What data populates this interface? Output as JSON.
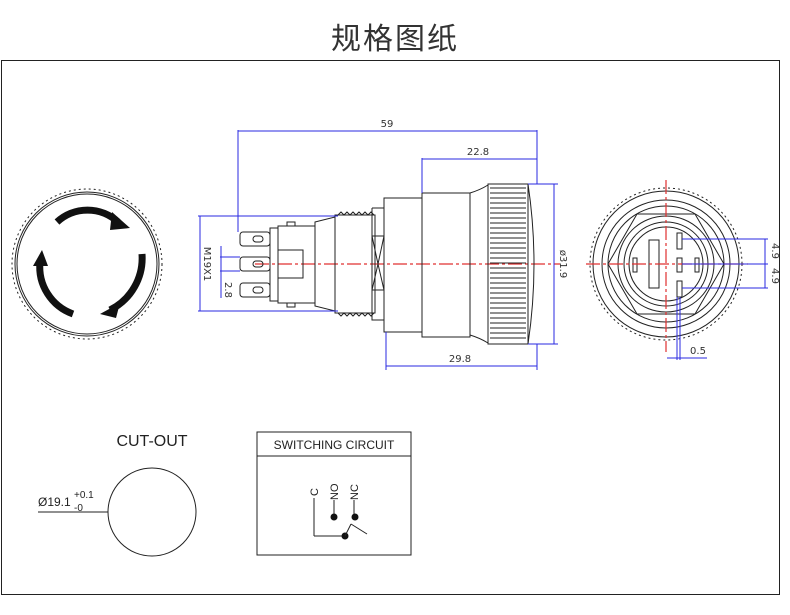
{
  "title": "规格图纸",
  "side_view": {
    "dimensions": {
      "overall_length": "59",
      "head_length": "22.8",
      "body_length": "29.8",
      "head_diameter": "ø31.9",
      "thread": "M19X1",
      "terminal_pitch": "2.8"
    }
  },
  "rear_view": {
    "dimensions": {
      "pitch_upper": "4.9",
      "pitch_lower": "4.9",
      "terminal_offset": "0.5"
    }
  },
  "front_view": {
    "symbol": "rotate-to-release-arrows"
  },
  "cutout": {
    "heading": "CUT-OUT",
    "diameter": "Ø19.1",
    "tol_plus": "+0.1",
    "tol_minus": "-0"
  },
  "switching_circuit": {
    "heading": "SWITCHING CIRCUIT",
    "terminals": [
      "C",
      "NO",
      "NC"
    ]
  },
  "colors": {
    "dimension_line": "#2a2ae0",
    "center_line": "#e03030",
    "outline": "#222222"
  }
}
